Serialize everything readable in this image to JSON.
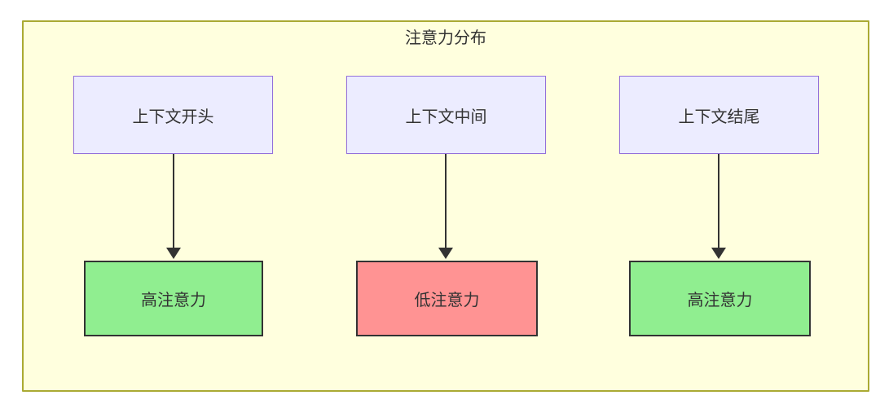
{
  "diagram": {
    "type": "flowchart",
    "title": "注意力分布",
    "columns": [
      {
        "source": "上下文开头",
        "target": "高注意力",
        "attention": "high"
      },
      {
        "source": "上下文中间",
        "target": "低注意力",
        "attention": "low"
      },
      {
        "source": "上下文结尾",
        "target": "高注意力",
        "attention": "high"
      }
    ],
    "colors": {
      "frame_fill": "#ffffde",
      "frame_border": "#aaaa33",
      "context_node_fill": "#ececff",
      "context_node_border": "#9370db",
      "high_attention_fill": "#90ee90",
      "low_attention_fill": "#ff9393",
      "result_node_border": "#333333",
      "arrow_color": "#333333",
      "text_color": "#333333"
    }
  }
}
